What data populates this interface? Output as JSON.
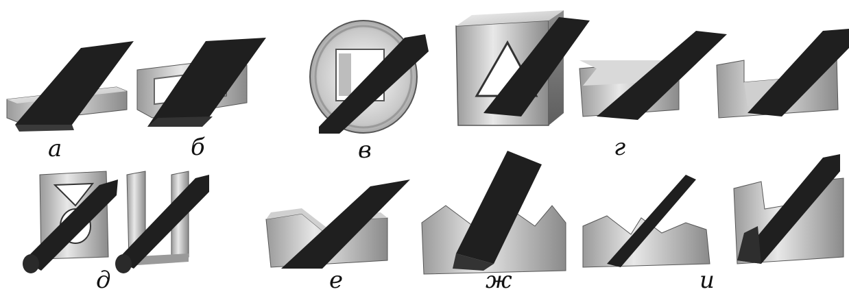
{
  "figure": {
    "panels": [
      {
        "id": "a",
        "label": "а"
      },
      {
        "id": "b",
        "label": "б"
      },
      {
        "id": "v",
        "label": "в"
      },
      {
        "id": "g",
        "label": "г"
      },
      {
        "id": "d",
        "label": "д"
      },
      {
        "id": "e",
        "label": "е"
      },
      {
        "id": "zh",
        "label": "ж"
      },
      {
        "id": "i",
        "label": "и"
      }
    ]
  },
  "colors": {
    "rod": "#1f1f1f",
    "metal_light": "#e6e6e6",
    "metal_mid": "#b9b9b9",
    "metal_dark": "#7a7a7a",
    "label": "#111111"
  }
}
